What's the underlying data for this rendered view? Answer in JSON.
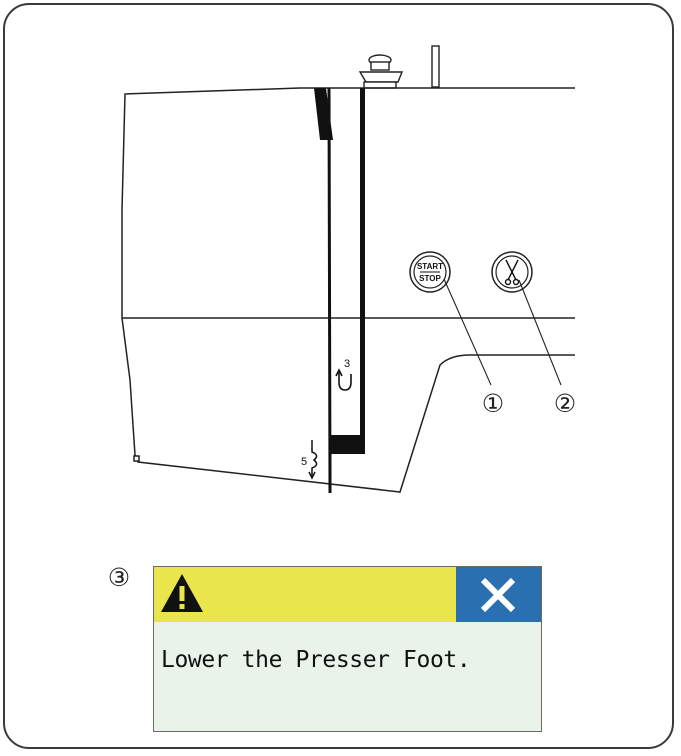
{
  "machine": {
    "buttons": {
      "start_stop_top": "START",
      "start_stop_bottom": "STOP",
      "thread_cutter_icon": "scissors-icon"
    },
    "thread_guide_numbers": {
      "upper": "3",
      "lower": "5"
    }
  },
  "callouts": [
    {
      "number": "①",
      "label_for": "start-stop-button"
    },
    {
      "number": "②",
      "label_for": "thread-cutter-button"
    },
    {
      "number": "③",
      "label_for": "message-dialog"
    }
  ],
  "dialog": {
    "warning_icon": "warning-icon",
    "close_icon": "close-icon",
    "message": "Lower the Presser Foot.",
    "colors": {
      "header": "#e8e64c",
      "close": "#2a6fb0",
      "body": "#eaf3ea"
    }
  }
}
